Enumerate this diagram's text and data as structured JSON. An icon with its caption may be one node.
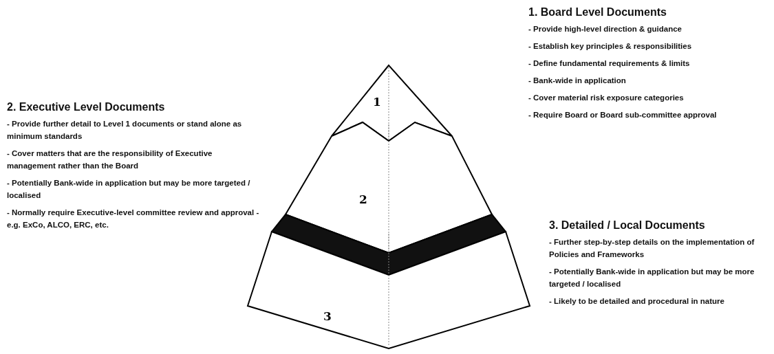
{
  "diagram": {
    "nodes": [
      {
        "text": [
          "1"
        ]
      },
      {
        "text": [
          "2"
        ]
      },
      {
        "text": [],
        "shape": "band"
      },
      {
        "text": [
          "3"
        ]
      }
    ],
    "edges": [],
    "labels": [
      "1. Board Level Documents",
      "- Provide high-level direction & guidance",
      "- Establish key principles & responsibilities",
      "- Define fundamental requirements & limits",
      "- Bank-wide in application",
      "- Cover material risk exposure categories",
      "- Require Board or Board sub-committee approval",
      "2. Executive Level Documents",
      "- Provide further detail to Level 1 documents or stand alone as minimum standards",
      "- Cover matters that are the responsibility of Executive management rather than the Board",
      "- Potentially Bank-wide in application but may be more targeted / localised",
      "- Normally require Executive-level committee review and approval - e.g. ExCo, ALCO, ERC, etc.",
      "3. Detailed / Local Documents",
      "- Further step-by-step details on the implementation of Policies and Frameworks",
      "- Potentially Bank-wide in application but may be more targeted / localised",
      "- Likely to be detailed and procedural in nature"
    ]
  }
}
